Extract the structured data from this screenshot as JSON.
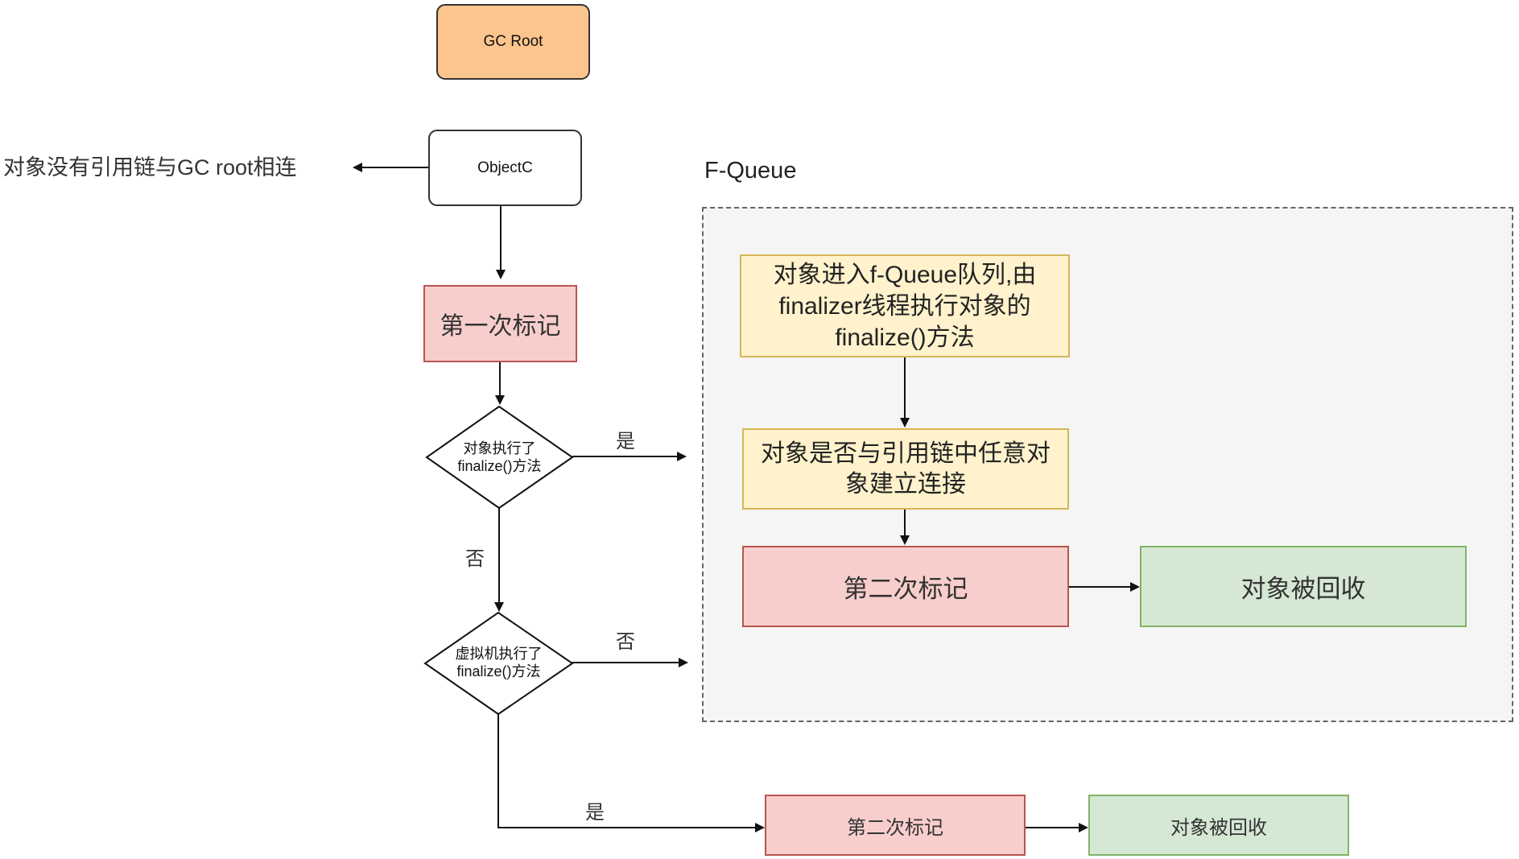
{
  "diagram": {
    "gc_root": "GC Root",
    "object_c": "ObjectC",
    "no_reference_note": "对象没有引用链与GC root相连",
    "first_mark": "第一次标记",
    "decision_finalize": {
      "lines": [
        "对象执行了",
        "finalize()方法"
      ],
      "yes_label": "是",
      "no_label": "否"
    },
    "decision_vm_finalize": {
      "lines": [
        "虚拟机执行了",
        "finalize()方法"
      ],
      "no_label": "否",
      "yes_label": "是"
    },
    "fqueue": {
      "title": "F-Queue",
      "enqueue_box": {
        "lines": [
          "对象进入f-Queue队列,由",
          "finalizer线程执行对象的",
          "finalize()方法"
        ]
      },
      "reference_check_box": {
        "lines": [
          "对象是否与引用链中任意对",
          "象建立连接"
        ]
      },
      "second_mark": "第二次标记",
      "recycled": "对象被回收"
    },
    "bottom": {
      "second_mark": "第二次标记",
      "recycled": "对象被回收"
    }
  },
  "colors": {
    "orange": "#fcc58d",
    "pink_fill": "#f8cecc",
    "pink_stroke": "#b85450",
    "yellow_fill": "#fff2cc",
    "yellow_stroke": "#d6b656",
    "green_fill": "#d5e8d4",
    "green_stroke": "#82b366",
    "container_fill": "#f5f5f5",
    "container_stroke": "#666666"
  }
}
